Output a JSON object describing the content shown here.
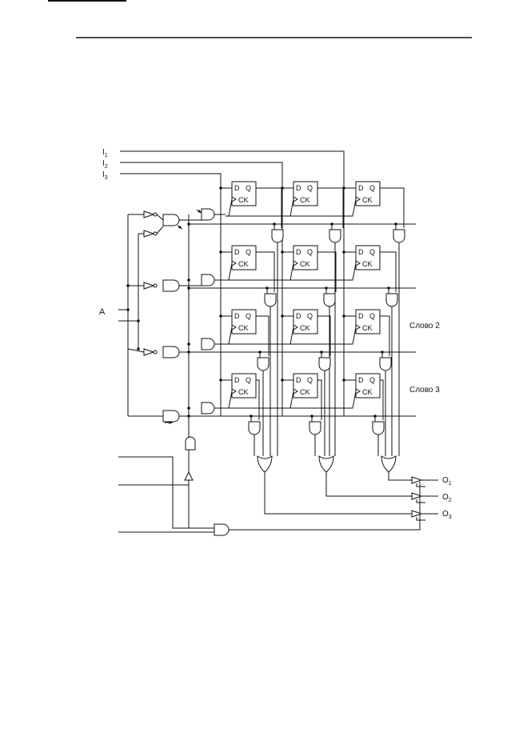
{
  "diagram": {
    "inputs": [
      {
        "main": "I",
        "sub": "1"
      },
      {
        "main": "I",
        "sub": "2"
      },
      {
        "main": "I",
        "sub": "3"
      }
    ],
    "address_label": "A",
    "word_labels": [
      "Слово 2",
      "Слово 3"
    ],
    "outputs": [
      {
        "main": "O",
        "sub": "1"
      },
      {
        "main": "O",
        "sub": "2"
      },
      {
        "main": "O",
        "sub": "3"
      }
    ],
    "flipflop": {
      "d": "D",
      "q": "Q",
      "ck": "CK"
    }
  }
}
